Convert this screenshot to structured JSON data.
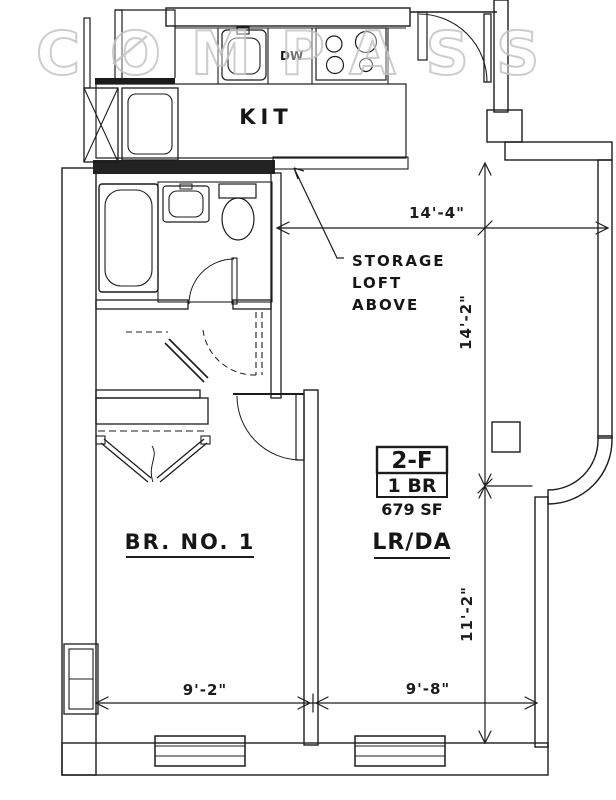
{
  "watermark": {
    "text": "COMPASS"
  },
  "unit_info": {
    "unit": "2-F",
    "layout": "1 BR",
    "area": "679 SF"
  },
  "rooms": {
    "kitchen": "KIT",
    "bedroom": "BR. NO. 1",
    "living_dining": "LR/DA",
    "dishwasher": "DW",
    "storage_note": [
      "STORAGE",
      "LOFT",
      "ABOVE"
    ]
  },
  "dimensions": {
    "living_width": "14'-4\"",
    "living_upper_depth": "14'-2\"",
    "living_lower_depth": "11'-2\"",
    "bedroom_width": "9'-2\"",
    "living_bottom_width": "9'-8\""
  },
  "colors": {
    "ink": "#1c1c1c",
    "watermark": "#c5c5c5",
    "paper": "#ffffff"
  }
}
